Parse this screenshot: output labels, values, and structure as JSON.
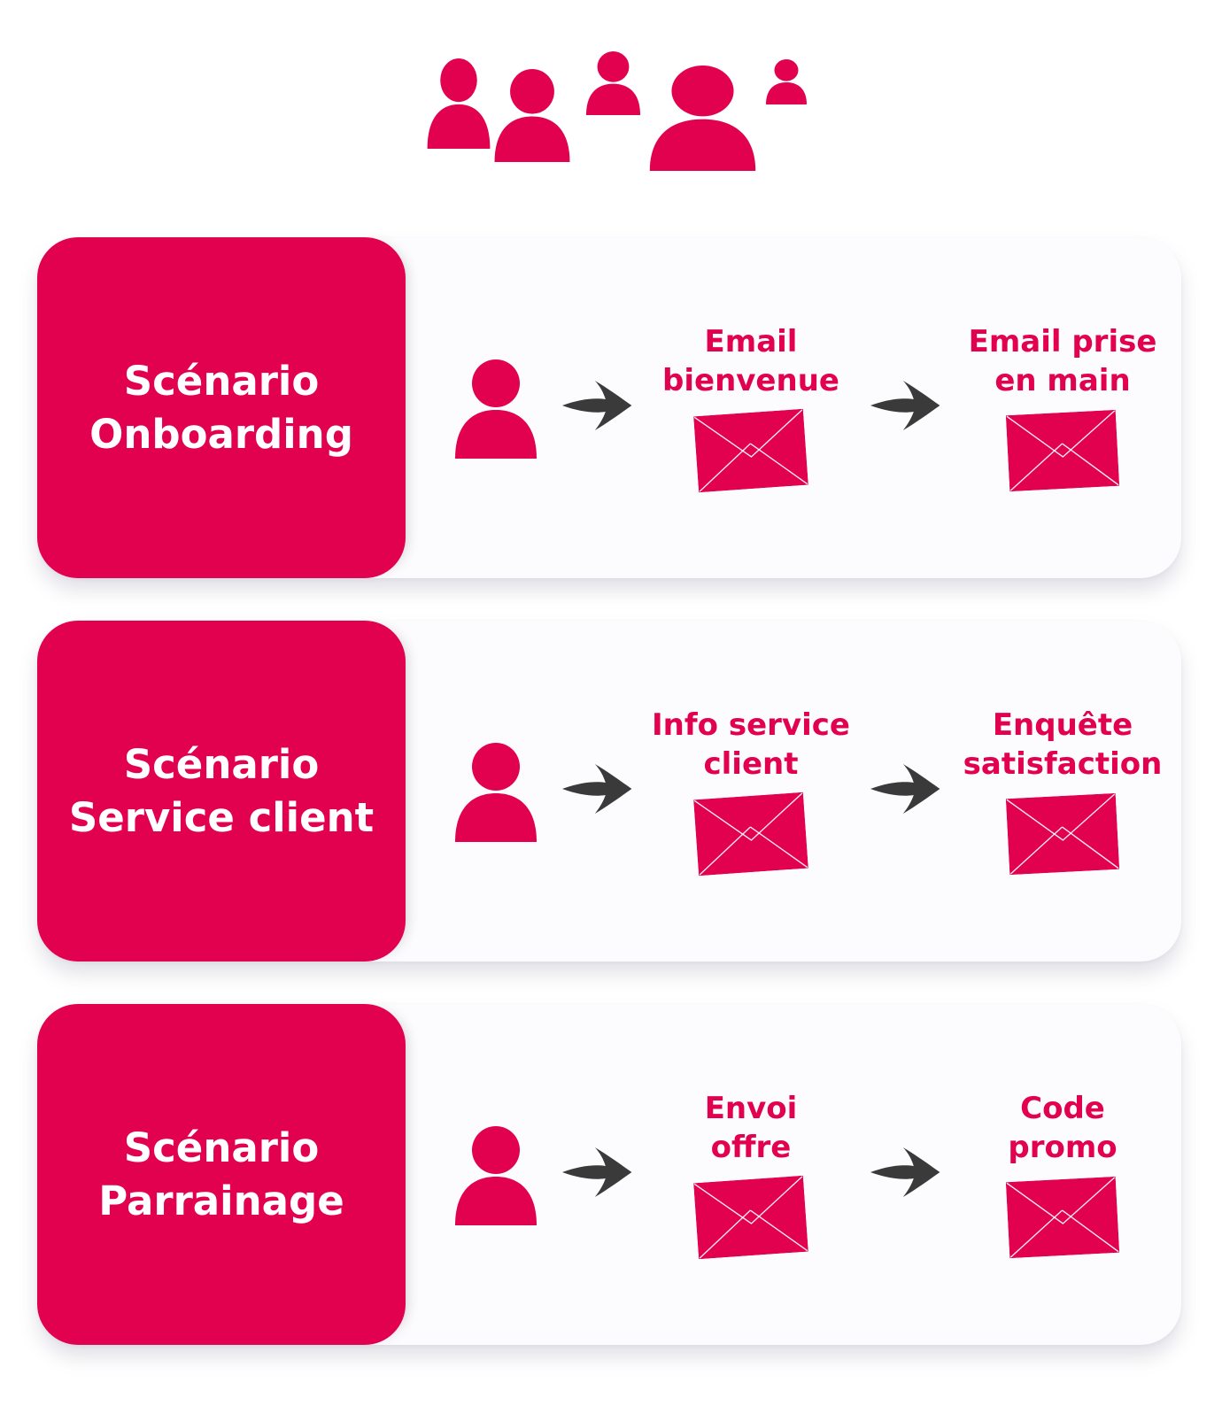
{
  "palette": {
    "pink": "#E2014F",
    "arrow_gray": "#3A3A3A",
    "card_bg": "#FCFCFE",
    "page_bg": "#FFFFFF",
    "title_text": "#FFFFFF"
  },
  "audience_group": {
    "icon": "people-group-icon",
    "people_count": 5
  },
  "scenarios": [
    {
      "title": "Scénario Onboarding",
      "title_lines": [
        "Scénario",
        "Onboarding"
      ],
      "actor_icon": "person-icon",
      "arrow_icon": "arrow-right-icon",
      "steps": [
        {
          "icon": "envelope-icon",
          "label": "Email bienvenue",
          "label_lines": [
            "Email",
            "bienvenue"
          ]
        },
        {
          "icon": "envelope-icon",
          "label": "Email prise en main",
          "label_lines": [
            "Email prise",
            "en main"
          ]
        }
      ]
    },
    {
      "title": "Scénario Service client",
      "title_lines": [
        "Scénario",
        "Service client"
      ],
      "actor_icon": "person-icon",
      "arrow_icon": "arrow-right-icon",
      "steps": [
        {
          "icon": "envelope-icon",
          "label": "Info service client",
          "label_lines": [
            "Info service",
            "client"
          ]
        },
        {
          "icon": "envelope-icon",
          "label": "Enquête satisfaction",
          "label_lines": [
            "Enquête",
            "satisfaction"
          ]
        }
      ]
    },
    {
      "title": "Scénario Parrainage",
      "title_lines": [
        "Scénario",
        "Parrainage"
      ],
      "actor_icon": "person-icon",
      "arrow_icon": "arrow-right-icon",
      "steps": [
        {
          "icon": "envelope-icon",
          "label": "Envoi offre",
          "label_lines": [
            "Envoi",
            "offre"
          ]
        },
        {
          "icon": "envelope-icon",
          "label": "Code promo",
          "label_lines": [
            "Code",
            "promo"
          ]
        }
      ]
    }
  ]
}
